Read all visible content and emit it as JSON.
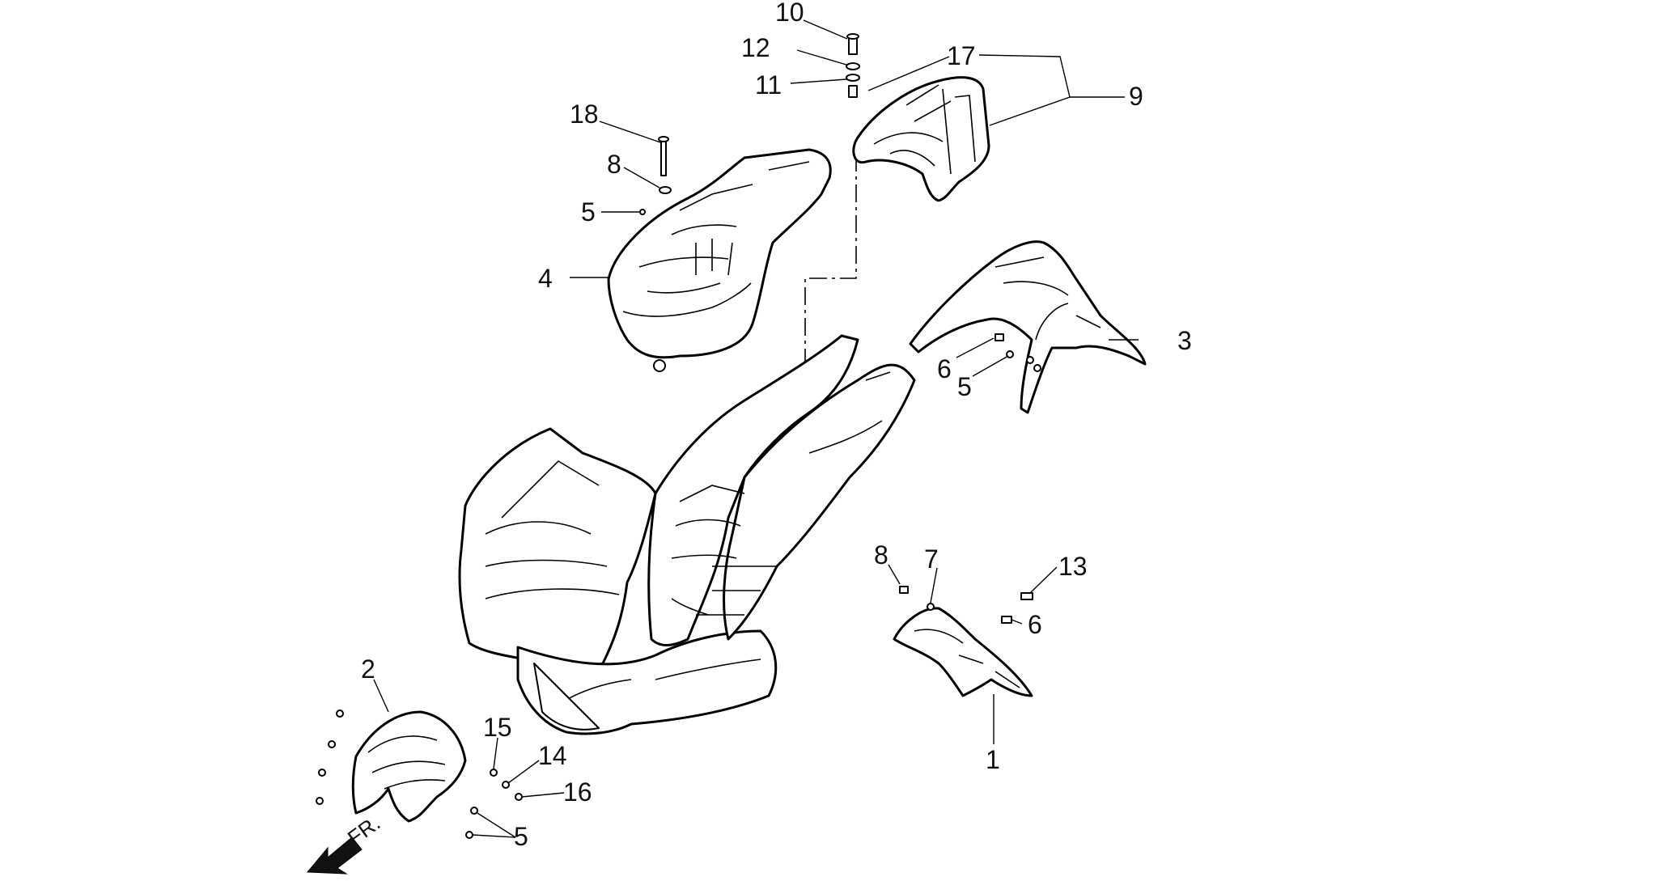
{
  "callouts": [
    {
      "id": "c10",
      "text": "10"
    },
    {
      "id": "c12",
      "text": "12"
    },
    {
      "id": "c11",
      "text": "11"
    },
    {
      "id": "c17",
      "text": "17"
    },
    {
      "id": "c9",
      "text": "9"
    },
    {
      "id": "c18",
      "text": "18"
    },
    {
      "id": "c8a",
      "text": "8"
    },
    {
      "id": "c5a",
      "text": "5"
    },
    {
      "id": "c4",
      "text": "4"
    },
    {
      "id": "c3",
      "text": "3"
    },
    {
      "id": "c6a",
      "text": "6"
    },
    {
      "id": "c5b",
      "text": "5"
    },
    {
      "id": "c8b",
      "text": "8"
    },
    {
      "id": "c7",
      "text": "7"
    },
    {
      "id": "c13",
      "text": "13"
    },
    {
      "id": "c6b",
      "text": "6"
    },
    {
      "id": "c1",
      "text": "1"
    },
    {
      "id": "c2",
      "text": "2"
    },
    {
      "id": "c15",
      "text": "15"
    },
    {
      "id": "c14",
      "text": "14"
    },
    {
      "id": "c16",
      "text": "16"
    },
    {
      "id": "c5c",
      "text": "5"
    }
  ],
  "direction_label": "FR.",
  "parts": {
    "body_panels": "front-body-shield",
    "helmet_compartment": "helmet-compartment-4",
    "grab_rail": "grab-rail-9",
    "rear_fender": "rear-mudguard-3",
    "front_mudguard": "front-mudguard-2",
    "splash_guard": "splash-guard-1"
  }
}
